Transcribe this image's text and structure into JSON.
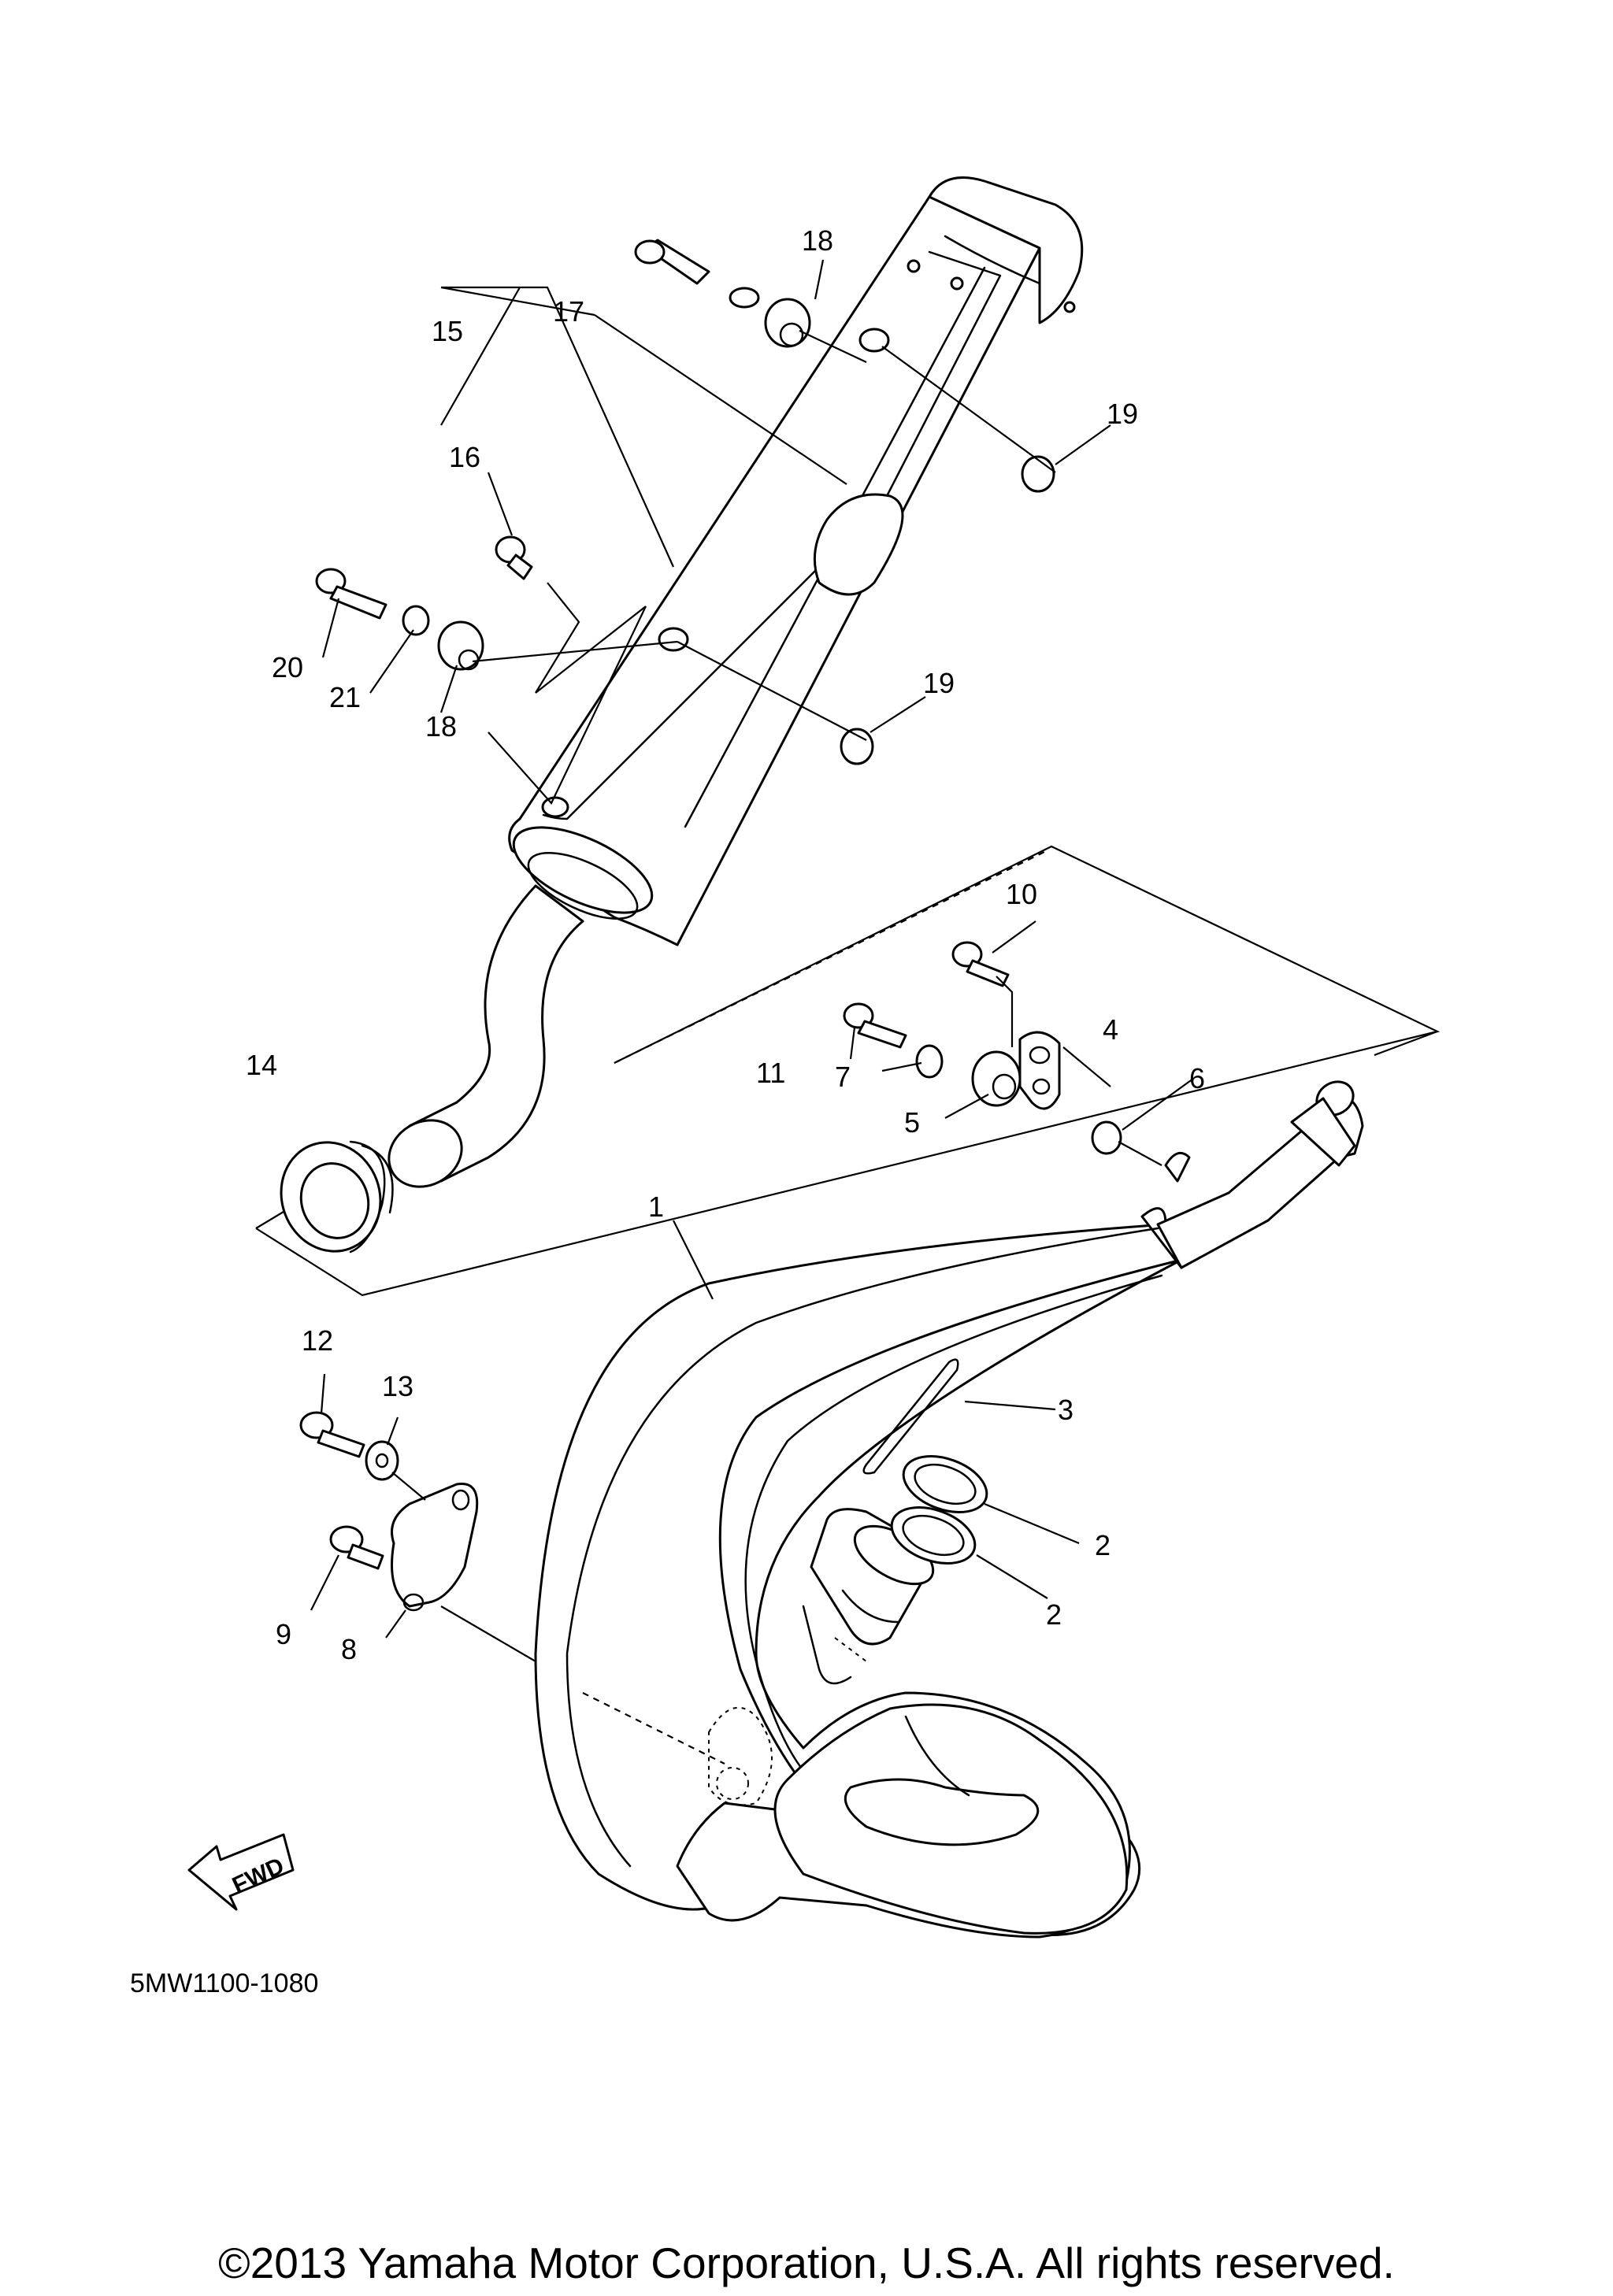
{
  "diagram": {
    "title": "",
    "code": "5MW1100-1080",
    "fwd_label": "FWD",
    "copyright": "©2013 Yamaha Motor Corporation, U.S.A. All rights reserved."
  },
  "callouts": [
    "1",
    "2",
    "2",
    "3",
    "4",
    "5",
    "6",
    "7",
    "8",
    "9",
    "10",
    "11",
    "12",
    "13",
    "14",
    "15",
    "16",
    "17",
    "18",
    "18",
    "19",
    "19",
    "20",
    "21"
  ],
  "colors": {
    "line": "#000000",
    "background": "#ffffff"
  }
}
